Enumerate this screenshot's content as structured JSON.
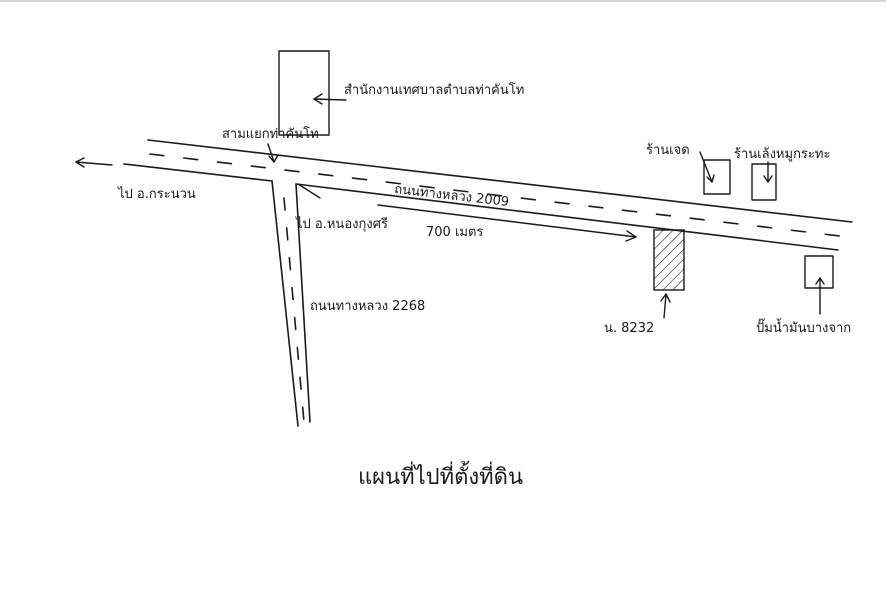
{
  "map": {
    "title": "แผนที่ไปที่ตั้งที่ดิน",
    "roads": {
      "main_road": "ถนนทางหลวง 2009",
      "side_road": "ถนนทางหลวง 2268"
    },
    "places": {
      "office": "สำนักงานเทศบาลตำบลท่าคันโท",
      "intersection": "สามแยกท่าคันโท",
      "shop_1": "ร้านเจด",
      "shop_2": "ร้านเล้งหมูกระทะ",
      "gas_station": "ปั๊มน้ำมันบางจาก",
      "land_parcel": "น. 8232"
    },
    "directions": {
      "to_west": "ไป อ.กระนวน",
      "to_south": "ไป อ.หนองกุงศรี",
      "distance": "700 เมตร"
    }
  }
}
